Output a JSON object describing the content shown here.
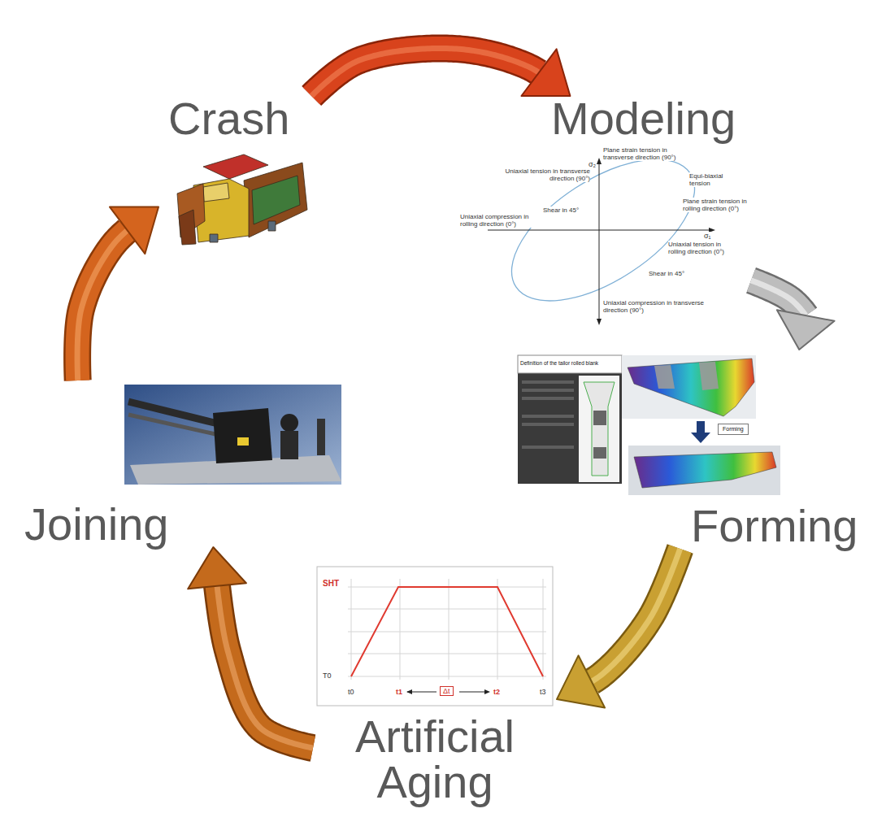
{
  "diagram": {
    "nodes": [
      {
        "text": [
          "Crash"
        ]
      },
      {
        "text": [
          "Modeling"
        ]
      },
      {
        "text": [
          "Forming"
        ]
      },
      {
        "text": [
          "Artificial Aging"
        ]
      },
      {
        "text": [
          "Joining"
        ]
      }
    ],
    "edges": [
      {
        "from": 0,
        "to": 1,
        "arrow": "to"
      },
      {
        "from": 1,
        "to": 2,
        "arrow": "to"
      },
      {
        "from": 2,
        "to": 3,
        "arrow": "to"
      },
      {
        "from": 3,
        "to": 4,
        "arrow": "to"
      },
      {
        "from": 4,
        "to": 0,
        "arrow": "to"
      }
    ],
    "labels": [
      "Plane strain tension in transverse direction (90°)",
      "Uniaxial tension in transverse direction (90°)",
      "Equi-biaxial tension",
      "Shear in 45°",
      "Plane strain tension in rolling direction (0°)",
      "Uniaxial compression in rolling direction (0°)",
      "Uniaxial tension in rolling direction (0°)",
      "Shear in 45°",
      "Uniaxial compression in transverse direction (90°)",
      "σ₂",
      "σ₁",
      "Definition of the tailor rolled blank",
      "Forming",
      "SHT",
      "T0",
      "t0",
      "t1",
      "t2",
      "Δt",
      "t3"
    ]
  }
}
